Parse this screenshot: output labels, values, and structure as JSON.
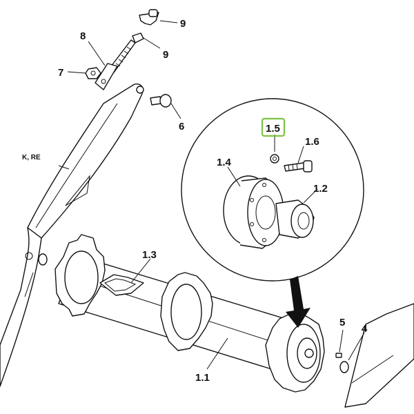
{
  "diagram": {
    "side_text": "K, RE",
    "callouts": {
      "c1_1": "1.1",
      "c1_2": "1.2",
      "c1_3": "1.3",
      "c1_4": "1.4",
      "c1_5": "1.5",
      "c1_6": "1.6",
      "c4": "4",
      "c5": "5",
      "c6": "6",
      "c7": "7",
      "c8": "8",
      "c9a": "9",
      "c9b": "9"
    },
    "highlight_color": "#7dc242",
    "arrow_color": "#111111"
  }
}
